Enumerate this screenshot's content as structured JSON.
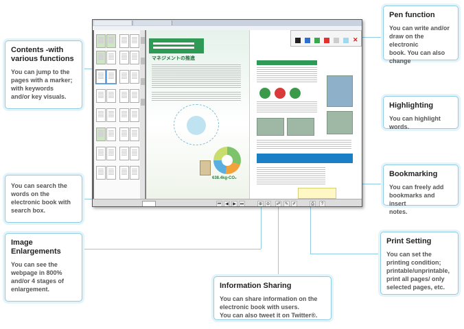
{
  "callouts": {
    "contents": {
      "title": "Contents -with\nvarious functions",
      "body": "You can jump to the\npages with a marker;\nwith keywords\nand/or key visuals."
    },
    "search": {
      "body": "You can search the\nwords on the\nelectronic book with\nsearch box."
    },
    "image": {
      "title": "Image\nEnlargements",
      "body": "You can see the\nwebpage in 800%\nand/or 4 stages of\nenlargement."
    },
    "sharing": {
      "title": "Information Sharing",
      "body": "You can share information on the\nelectronic book with users.\nYou can also tweet it on Twitter®."
    },
    "pen": {
      "title": "Pen function",
      "body": "You can write and/or\ndraw on the electronic\nbook. You can also\nchange"
    },
    "highlight": {
      "title": "Highlighting",
      "body": "You can highlight\nwords."
    },
    "bookmark": {
      "title": "Bookmarking",
      "body": "You can freely add\nbookmarks and insert\nnotes."
    },
    "print": {
      "title": "Print Setting",
      "body": "You can set the\nprinting condition;\nprintable/unprintable,\nprint all pages/ only\nselected pages, etc."
    }
  },
  "viewer": {
    "page_heading": "マネジメントの推進",
    "co2_value": "638.4kg-CO₂"
  },
  "colors": {
    "callout_border": "#8fcbe3",
    "accent_green": "#2e9a56",
    "accent_blue": "#1a7fc4"
  }
}
